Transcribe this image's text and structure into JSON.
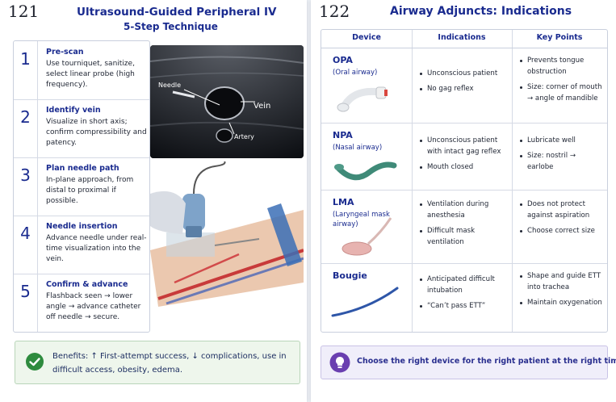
{
  "left": {
    "page_number": "121",
    "title": "Ultrasound-Guided Peripheral IV",
    "subtitle": "5-Step Technique",
    "steps": [
      {
        "num": "1",
        "title": "Pre-scan",
        "desc": "Use tourniquet, sanitize, select linear probe (high frequency)."
      },
      {
        "num": "2",
        "title": "Identify vein",
        "desc": "Visualize in short axis; confirm compressibility and patency."
      },
      {
        "num": "3",
        "title": "Plan needle path",
        "desc": "In-plane approach, from distal to proximal if possible."
      },
      {
        "num": "4",
        "title": "Needle insertion",
        "desc": "Advance needle under real-time visualization into the vein."
      },
      {
        "num": "5",
        "title": "Confirm & advance",
        "desc": "Flashback seen → lower angle → advance catheter off needle → secure."
      }
    ],
    "ultrasound_labels": {
      "needle": "Needle",
      "vein": "Vein",
      "artery": "Artery"
    },
    "benefit": "Benefits: ↑ First-attempt success, ↓ complications, use in difficult access, obesity, edema."
  },
  "right": {
    "page_number": "122",
    "title": "Airway Adjuncts: Indications",
    "headers": [
      "Device",
      "Indications",
      "Key Points"
    ],
    "rows": [
      {
        "name": "OPA",
        "sub": "(Oral airway)",
        "indications": [
          "Unconscious patient",
          "No gag reflex"
        ],
        "key_points": [
          "Prevents tongue obstruction",
          "Size: corner of mouth → angle of mandible"
        ]
      },
      {
        "name": "NPA",
        "sub": "(Nasal airway)",
        "indications": [
          "Unconscious patient with intact gag reflex",
          "Mouth closed"
        ],
        "key_points": [
          "Lubricate well",
          "Size: nostril → earlobe"
        ]
      },
      {
        "name": "LMA",
        "sub": "(Laryngeal mask airway)",
        "indications": [
          "Ventilation during anesthesia",
          "Difficult mask ventilation"
        ],
        "key_points": [
          "Does not protect against aspiration",
          "Choose correct size"
        ]
      },
      {
        "name": "Bougie",
        "sub": "",
        "indications": [
          "Anticipated difficult intubation",
          "“Can’t pass ETT”"
        ],
        "key_points": [
          "Shape and guide ETT into trachea",
          "Maintain oxygenation"
        ]
      }
    ],
    "tip": "Choose the right device for the right patient at the right time."
  },
  "colors": {
    "accent": "#1a2b8f",
    "benefit_bg": "#eef6ec",
    "tip_bg": "#f0eefa",
    "check": "#2e8b3e",
    "bulb": "#6a3fb0"
  },
  "icons": [
    "check-circle-icon",
    "lightbulb-icon"
  ]
}
